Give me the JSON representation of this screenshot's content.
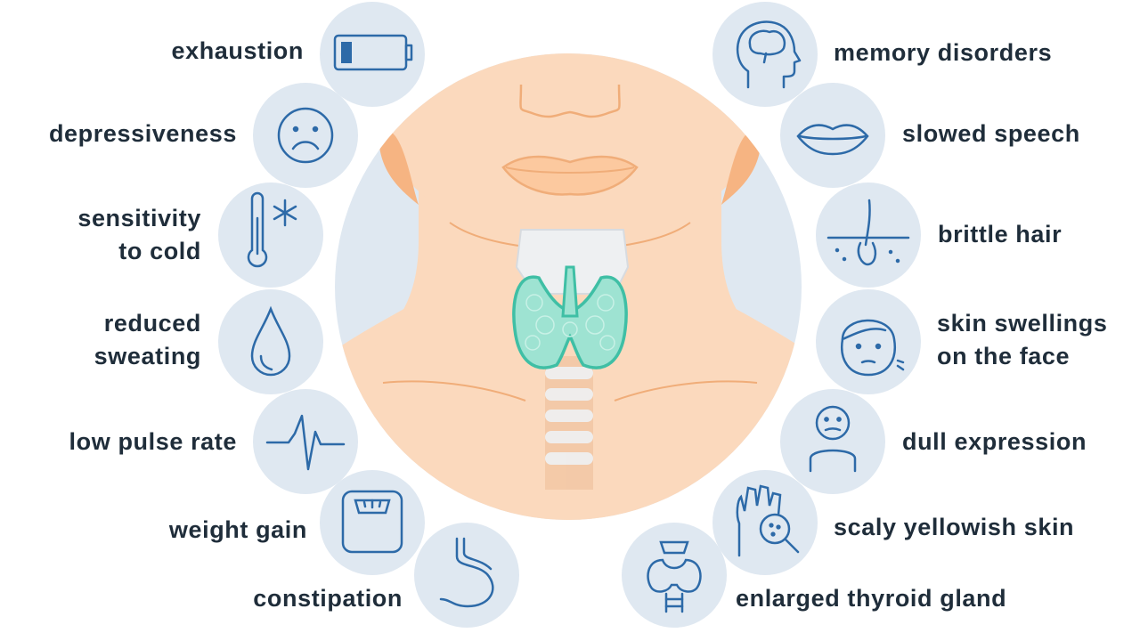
{
  "symptoms_left": [
    {
      "id": "exhaustion",
      "lines": [
        "exhaustion"
      ],
      "icon": "battery-icon"
    },
    {
      "id": "depressiveness",
      "lines": [
        "depressiveness"
      ],
      "icon": "sad-face-icon"
    },
    {
      "id": "sensitivity-to-cold",
      "lines": [
        "sensitivity",
        "to cold"
      ],
      "icon": "thermometer-snowflake-icon"
    },
    {
      "id": "reduced-sweating",
      "lines": [
        "reduced",
        "sweating"
      ],
      "icon": "droplet-icon"
    },
    {
      "id": "low-pulse-rate",
      "lines": [
        "low pulse rate"
      ],
      "icon": "heartbeat-icon"
    },
    {
      "id": "weight-gain",
      "lines": [
        "weight gain"
      ],
      "icon": "scale-icon"
    },
    {
      "id": "constipation",
      "lines": [
        "constipation"
      ],
      "icon": "stomach-icon"
    }
  ],
  "symptoms_right": [
    {
      "id": "memory-disorders",
      "lines": [
        "memory disorders"
      ],
      "icon": "brain-head-icon"
    },
    {
      "id": "slowed-speech",
      "lines": [
        "slowed speech"
      ],
      "icon": "lips-icon"
    },
    {
      "id": "brittle-hair",
      "lines": [
        "brittle hair"
      ],
      "icon": "hair-follicle-icon"
    },
    {
      "id": "skin-swellings",
      "lines": [
        "skin swellings",
        "on the face"
      ],
      "icon": "swollen-face-icon"
    },
    {
      "id": "dull-expression",
      "lines": [
        "dull expression"
      ],
      "icon": "dull-face-person-icon"
    },
    {
      "id": "scaly-skin",
      "lines": [
        "scaly yellowish skin"
      ],
      "icon": "hand-magnifier-icon"
    },
    {
      "id": "enlarged-thyroid",
      "lines": [
        "enlarged thyroid gland"
      ],
      "icon": "thyroid-gland-icon"
    }
  ],
  "colors": {
    "icon_circle": "#dfe8f1",
    "icon_stroke": "#2d6aa8",
    "label_text": "#1f2d3a",
    "skin": "#fbd9bd",
    "skin_line": "#f0ad79",
    "thyroid": "#9ee3d2",
    "thyroid_stroke": "#3fbfa5"
  }
}
